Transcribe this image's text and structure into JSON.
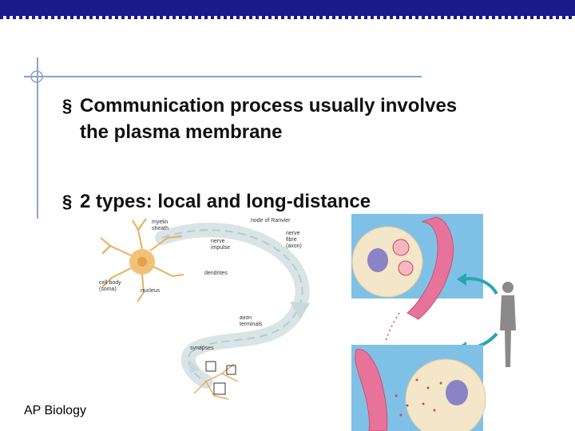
{
  "slide": {
    "bullets": [
      "Communication process usually involves the plasma membrane",
      "2 types: local and long-distance"
    ],
    "bullet_glyph": "§",
    "footer": "AP Biology"
  },
  "neuron_figure": {
    "labels": {
      "myelin": "myelin",
      "sheath": "sheath",
      "node": "node of Ranvier",
      "nerve1": "nerve",
      "impulse": "impulse",
      "nerve2": "nerve",
      "fibre": "fibre",
      "axon": "(axon)",
      "dendrites": "dendrites",
      "cellbody": "cell body",
      "soma": "(soma)",
      "nucleus": "nucleus",
      "axonlabel": "axon",
      "terminals": "terminals",
      "synapses": "synapses"
    }
  },
  "colors": {
    "header_bar": "#1a1a8c",
    "rule": "#8fa2c8",
    "panel_bg": "#7fc1e6",
    "vessel": "#e8739a",
    "arrow": "#2aa6b0"
  }
}
